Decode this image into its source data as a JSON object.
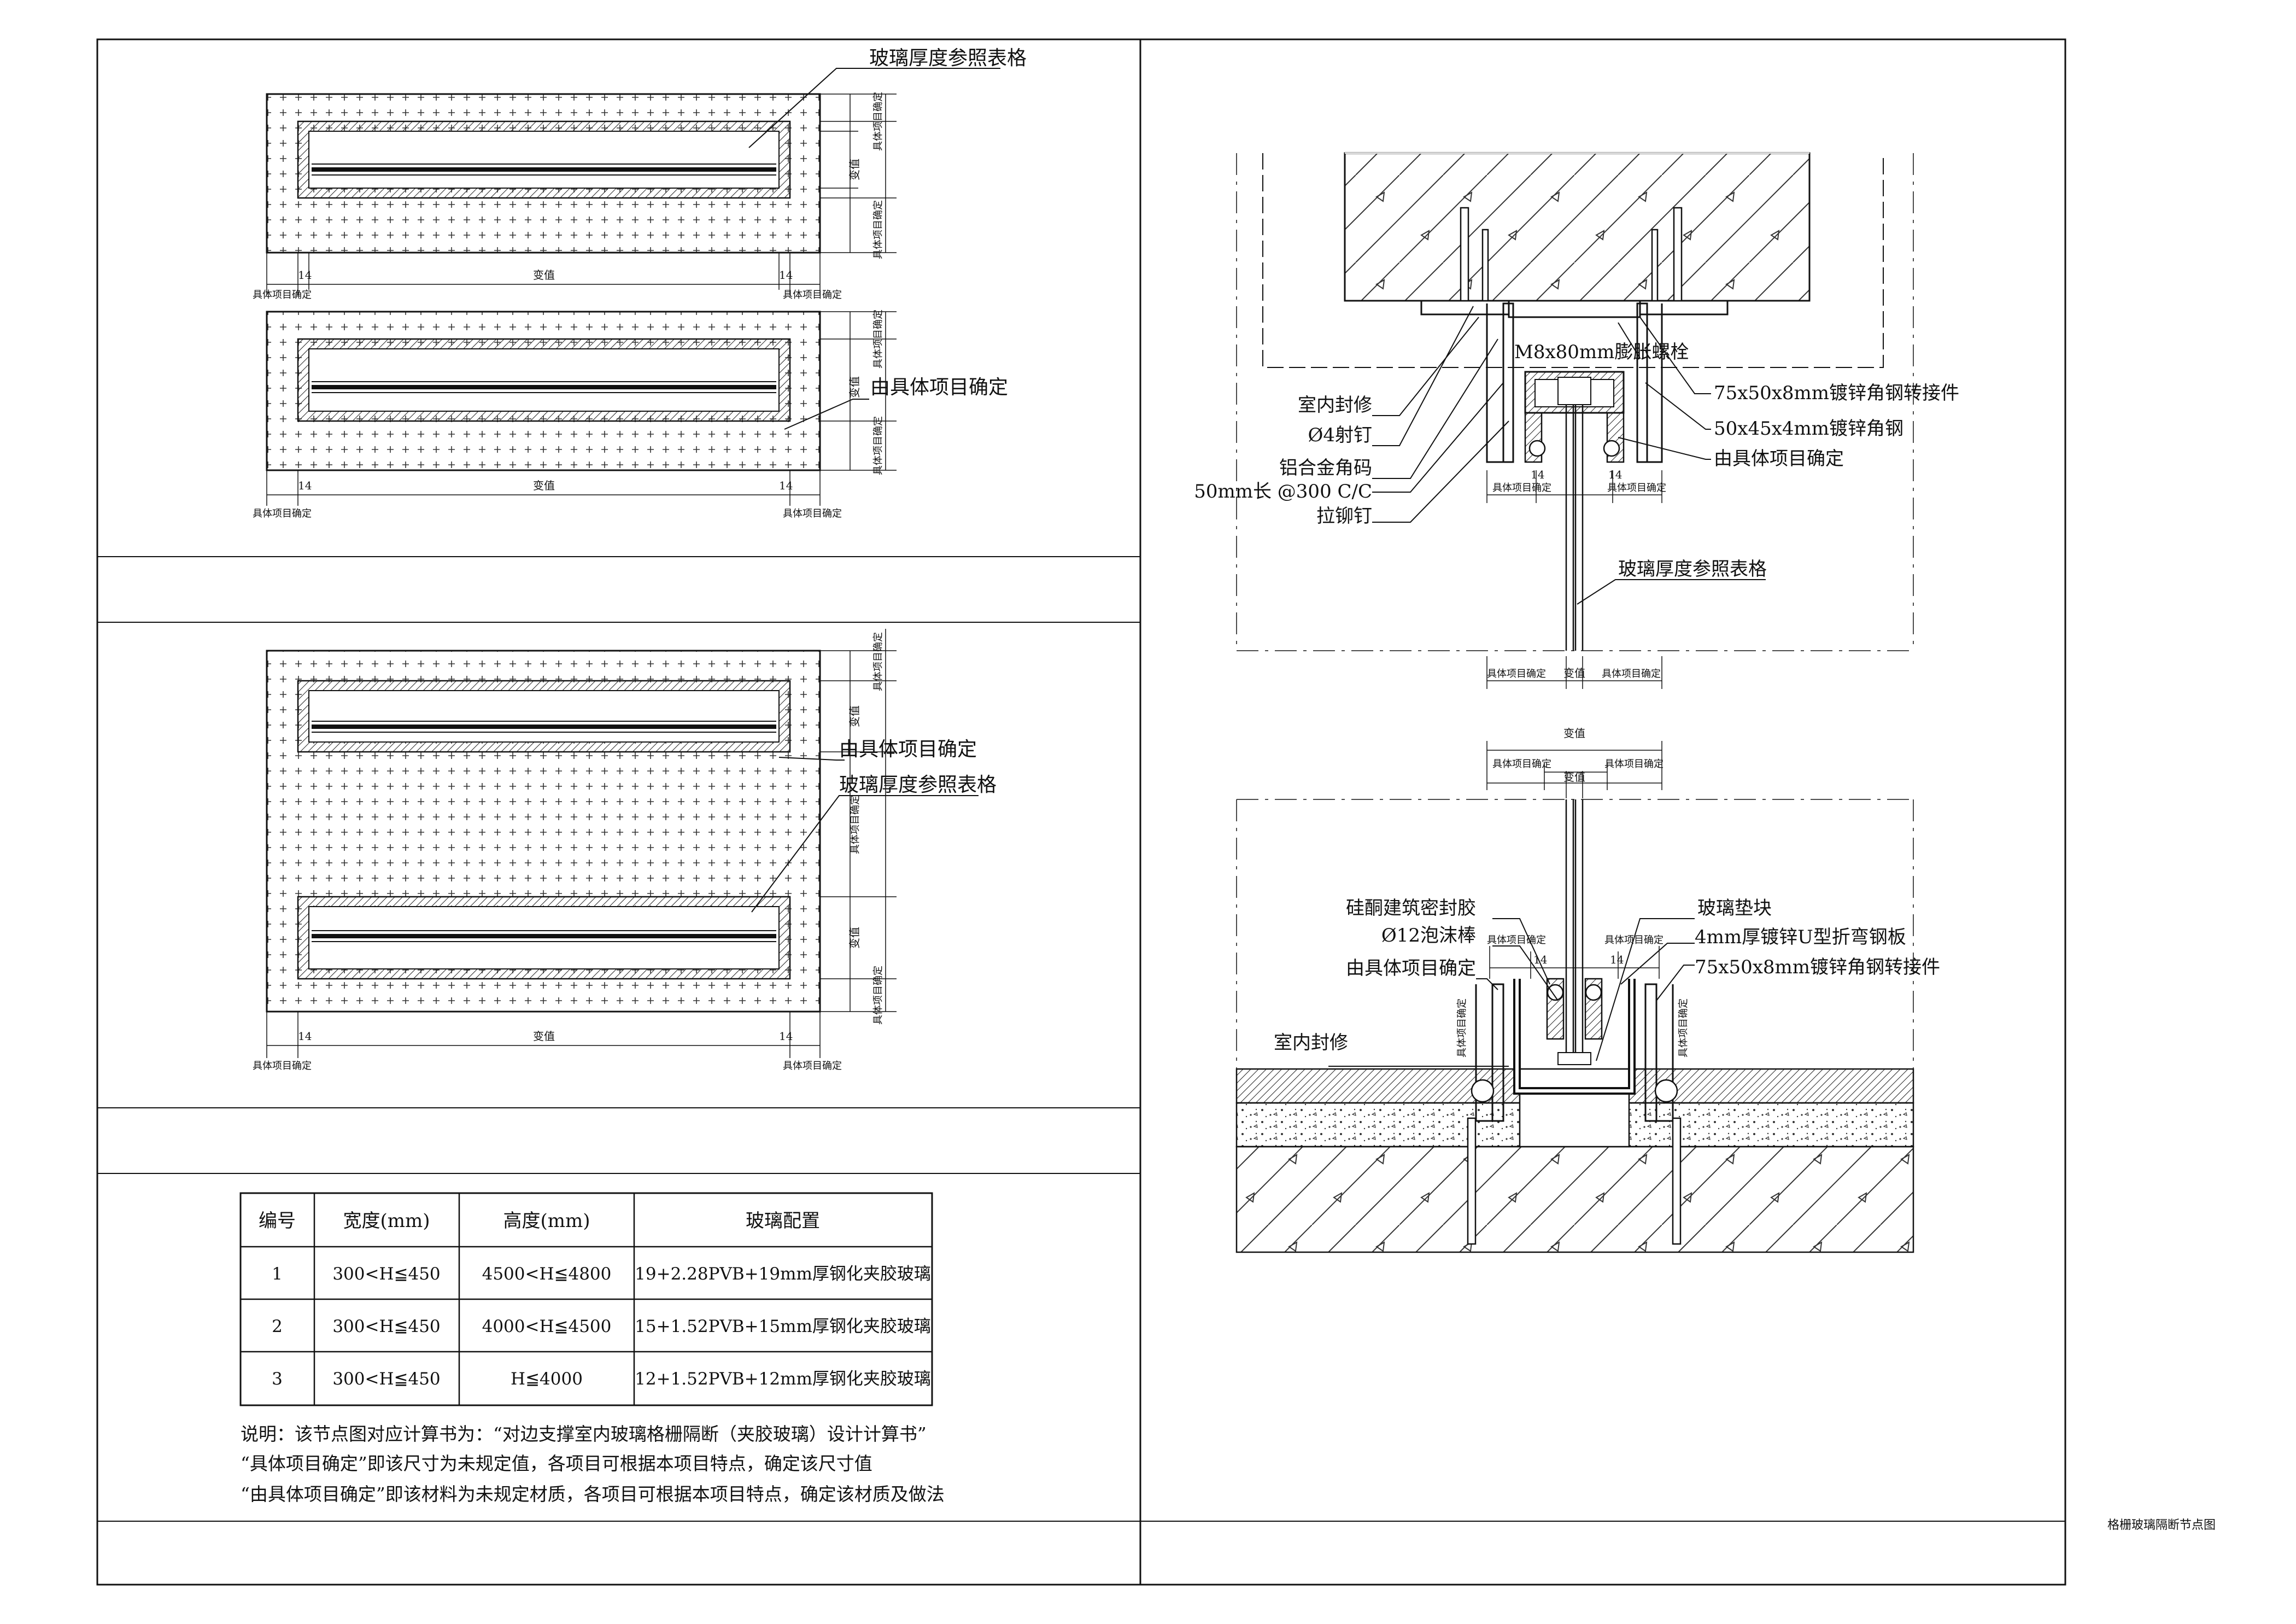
{
  "labels": {
    "glass_thickness_ref": "玻璃厚度参照表格",
    "by_project": "由具体项目确定",
    "variable": "变值",
    "project_specific": "具体项目确定",
    "dim_14": "14",
    "interior_finish": "室内封修",
    "shot_nail": "Ø4射钉",
    "aluminum_corner": "铝合金角码",
    "corner_spacing": "50mm长 @300 C/C",
    "rivet": "拉铆钉",
    "expansion_bolt": "M8x80mm膨胀螺栓",
    "angle_connector": "75x50x8mm镀锌角钢转接件",
    "angle_steel": "50x45x4mm镀锌角钢",
    "silicone_sealant": "硅酮建筑密封胶",
    "foam_rod": "Ø12泡沫棒",
    "glass_block": "玻璃垫块",
    "u_plate": "4mm厚镀锌U型折弯钢板"
  },
  "table": {
    "headers": [
      "编号",
      "宽度(mm)",
      "高度(mm)",
      "玻璃配置"
    ],
    "rows": [
      [
        "1",
        "300<H≦450",
        "4500<H≦4800",
        "19+2.28PVB+19mm厚钢化夹胶玻璃"
      ],
      [
        "2",
        "300<H≦450",
        "4000<H≦4500",
        "15+1.52PVB+15mm厚钢化夹胶玻璃"
      ],
      [
        "3",
        "300<H≦450",
        "H≦4000",
        "12+1.52PVB+12mm厚钢化夹胶玻璃"
      ]
    ]
  },
  "notes": [
    "说明：该节点图对应计算书为：“对边支撑室内玻璃格栅隔断（夹胶玻璃）设计计算书”",
    "“具体项目确定”即该尺寸为未规定值，各项目可根据本项目特点，确定该尺寸值",
    "“由具体项目确定”即该材料为未规定材质，各项目可根据本项目特点，确定该材质及做法"
  ],
  "drawing_title": "格栅玻璃隔断节点图"
}
